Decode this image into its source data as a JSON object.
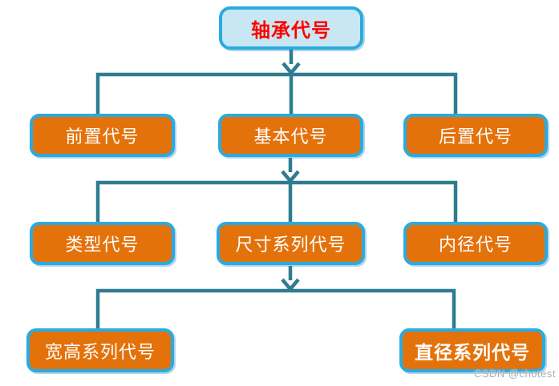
{
  "colors": {
    "node_fill_orange": "#e4720b",
    "node_border_cyan": "#29abe2",
    "root_fill": "#c9e7f2",
    "root_text": "#ff0000",
    "connector_teal": "#2f7c90",
    "node_text": "#ffffff",
    "watermark_gray": "#a9adb3",
    "page_bg": "#ffffff"
  },
  "diagram": {
    "type": "hierarchy-flowchart",
    "root": {
      "label": "轴承代号"
    },
    "level1": [
      {
        "label": "前置代号"
      },
      {
        "label": "基本代号"
      },
      {
        "label": "后置代号"
      }
    ],
    "level2": [
      {
        "label": "类型代号"
      },
      {
        "label": "尺寸系列代号"
      },
      {
        "label": "内径代号"
      }
    ],
    "level3": [
      {
        "label": "宽高系列代号"
      },
      {
        "label": "直径系列代号",
        "emphasis": "bold"
      }
    ]
  },
  "watermark": "CSDN @chotest"
}
